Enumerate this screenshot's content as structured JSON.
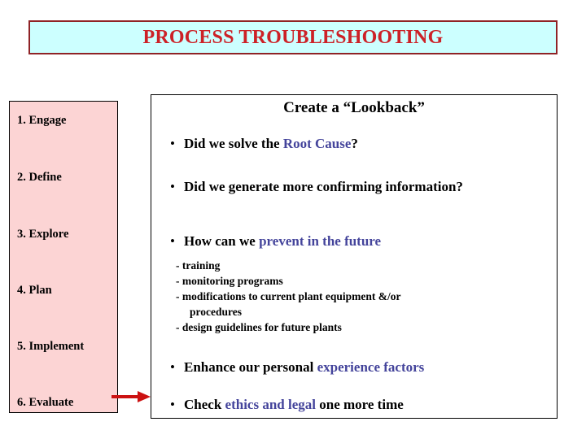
{
  "slide": {
    "title": "PROCESS TROUBLESHOOTING",
    "title_bg_color": "#ccffff",
    "title_text_color": "#cc2127",
    "title_border_color": "#8f2326"
  },
  "steps_panel": {
    "bg_color": "#fcd4d4",
    "items": [
      {
        "label": "1. Engage"
      },
      {
        "label": "2. Define"
      },
      {
        "label": "3. Explore"
      },
      {
        "label": "4. Plan"
      },
      {
        "label": "5. Implement"
      },
      {
        "label": "6. Evaluate"
      }
    ]
  },
  "arrow": {
    "name": "red-arrow",
    "color": "#cc1111",
    "from_step": "6. Evaluate",
    "points_to": "content-panel"
  },
  "content": {
    "heading": "Create a “Lookback”",
    "accent_color": "#44449b",
    "bullets": [
      {
        "marker": "•",
        "parts": [
          {
            "text": "Did we solve the ",
            "accent": false
          },
          {
            "text": "Root Cause",
            "accent": true
          },
          {
            "text": "?",
            "accent": false
          }
        ]
      },
      {
        "marker": "•",
        "parts": [
          {
            "text": "Did we generate more confirming information?",
            "accent": false
          }
        ]
      },
      {
        "marker": "•",
        "parts": [
          {
            "text": "How can we ",
            "accent": false
          },
          {
            "text": "prevent in the future",
            "accent": true
          }
        ]
      },
      {
        "marker": "•",
        "parts": [
          {
            "text": "Enhance our personal ",
            "accent": false
          },
          {
            "text": "experience factors",
            "accent": true
          }
        ]
      },
      {
        "marker": "•",
        "parts": [
          {
            "text": "Check ",
            "accent": false
          },
          {
            "text": "ethics and legal",
            "accent": true
          },
          {
            "text": " one more time",
            "accent": false
          }
        ]
      }
    ],
    "sub_items": [
      {
        "text": "- training",
        "continuation": false
      },
      {
        "text": "- monitoring programs",
        "continuation": false
      },
      {
        "text": "- modifications to current plant equipment &/or",
        "continuation": false
      },
      {
        "text": "procedures",
        "continuation": true
      },
      {
        "text": "- design guidelines for future plants",
        "continuation": false
      }
    ]
  }
}
